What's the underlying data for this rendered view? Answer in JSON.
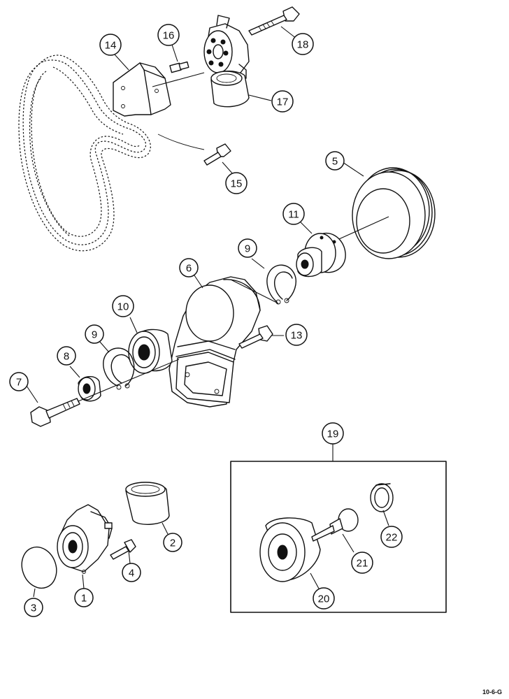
{
  "figure": {
    "reference_code": "10-6-G"
  },
  "callouts": [
    {
      "id": "c1",
      "label": "1"
    },
    {
      "id": "c2",
      "label": "2"
    },
    {
      "id": "c3",
      "label": "3"
    },
    {
      "id": "c4",
      "label": "4"
    },
    {
      "id": "c5",
      "label": "5"
    },
    {
      "id": "c6",
      "label": "6"
    },
    {
      "id": "c7",
      "label": "7"
    },
    {
      "id": "c8",
      "label": "8"
    },
    {
      "id": "c9a",
      "label": "9"
    },
    {
      "id": "c9b",
      "label": "9"
    },
    {
      "id": "c10",
      "label": "10"
    },
    {
      "id": "c11",
      "label": "11"
    },
    {
      "id": "c13",
      "label": "13"
    },
    {
      "id": "c14",
      "label": "14"
    },
    {
      "id": "c15",
      "label": "15"
    },
    {
      "id": "c16",
      "label": "16"
    },
    {
      "id": "c17",
      "label": "17"
    },
    {
      "id": "c18",
      "label": "18"
    },
    {
      "id": "c19",
      "label": "19"
    },
    {
      "id": "c20",
      "label": "20"
    },
    {
      "id": "c21",
      "label": "21"
    },
    {
      "id": "c22",
      "label": "22"
    }
  ]
}
